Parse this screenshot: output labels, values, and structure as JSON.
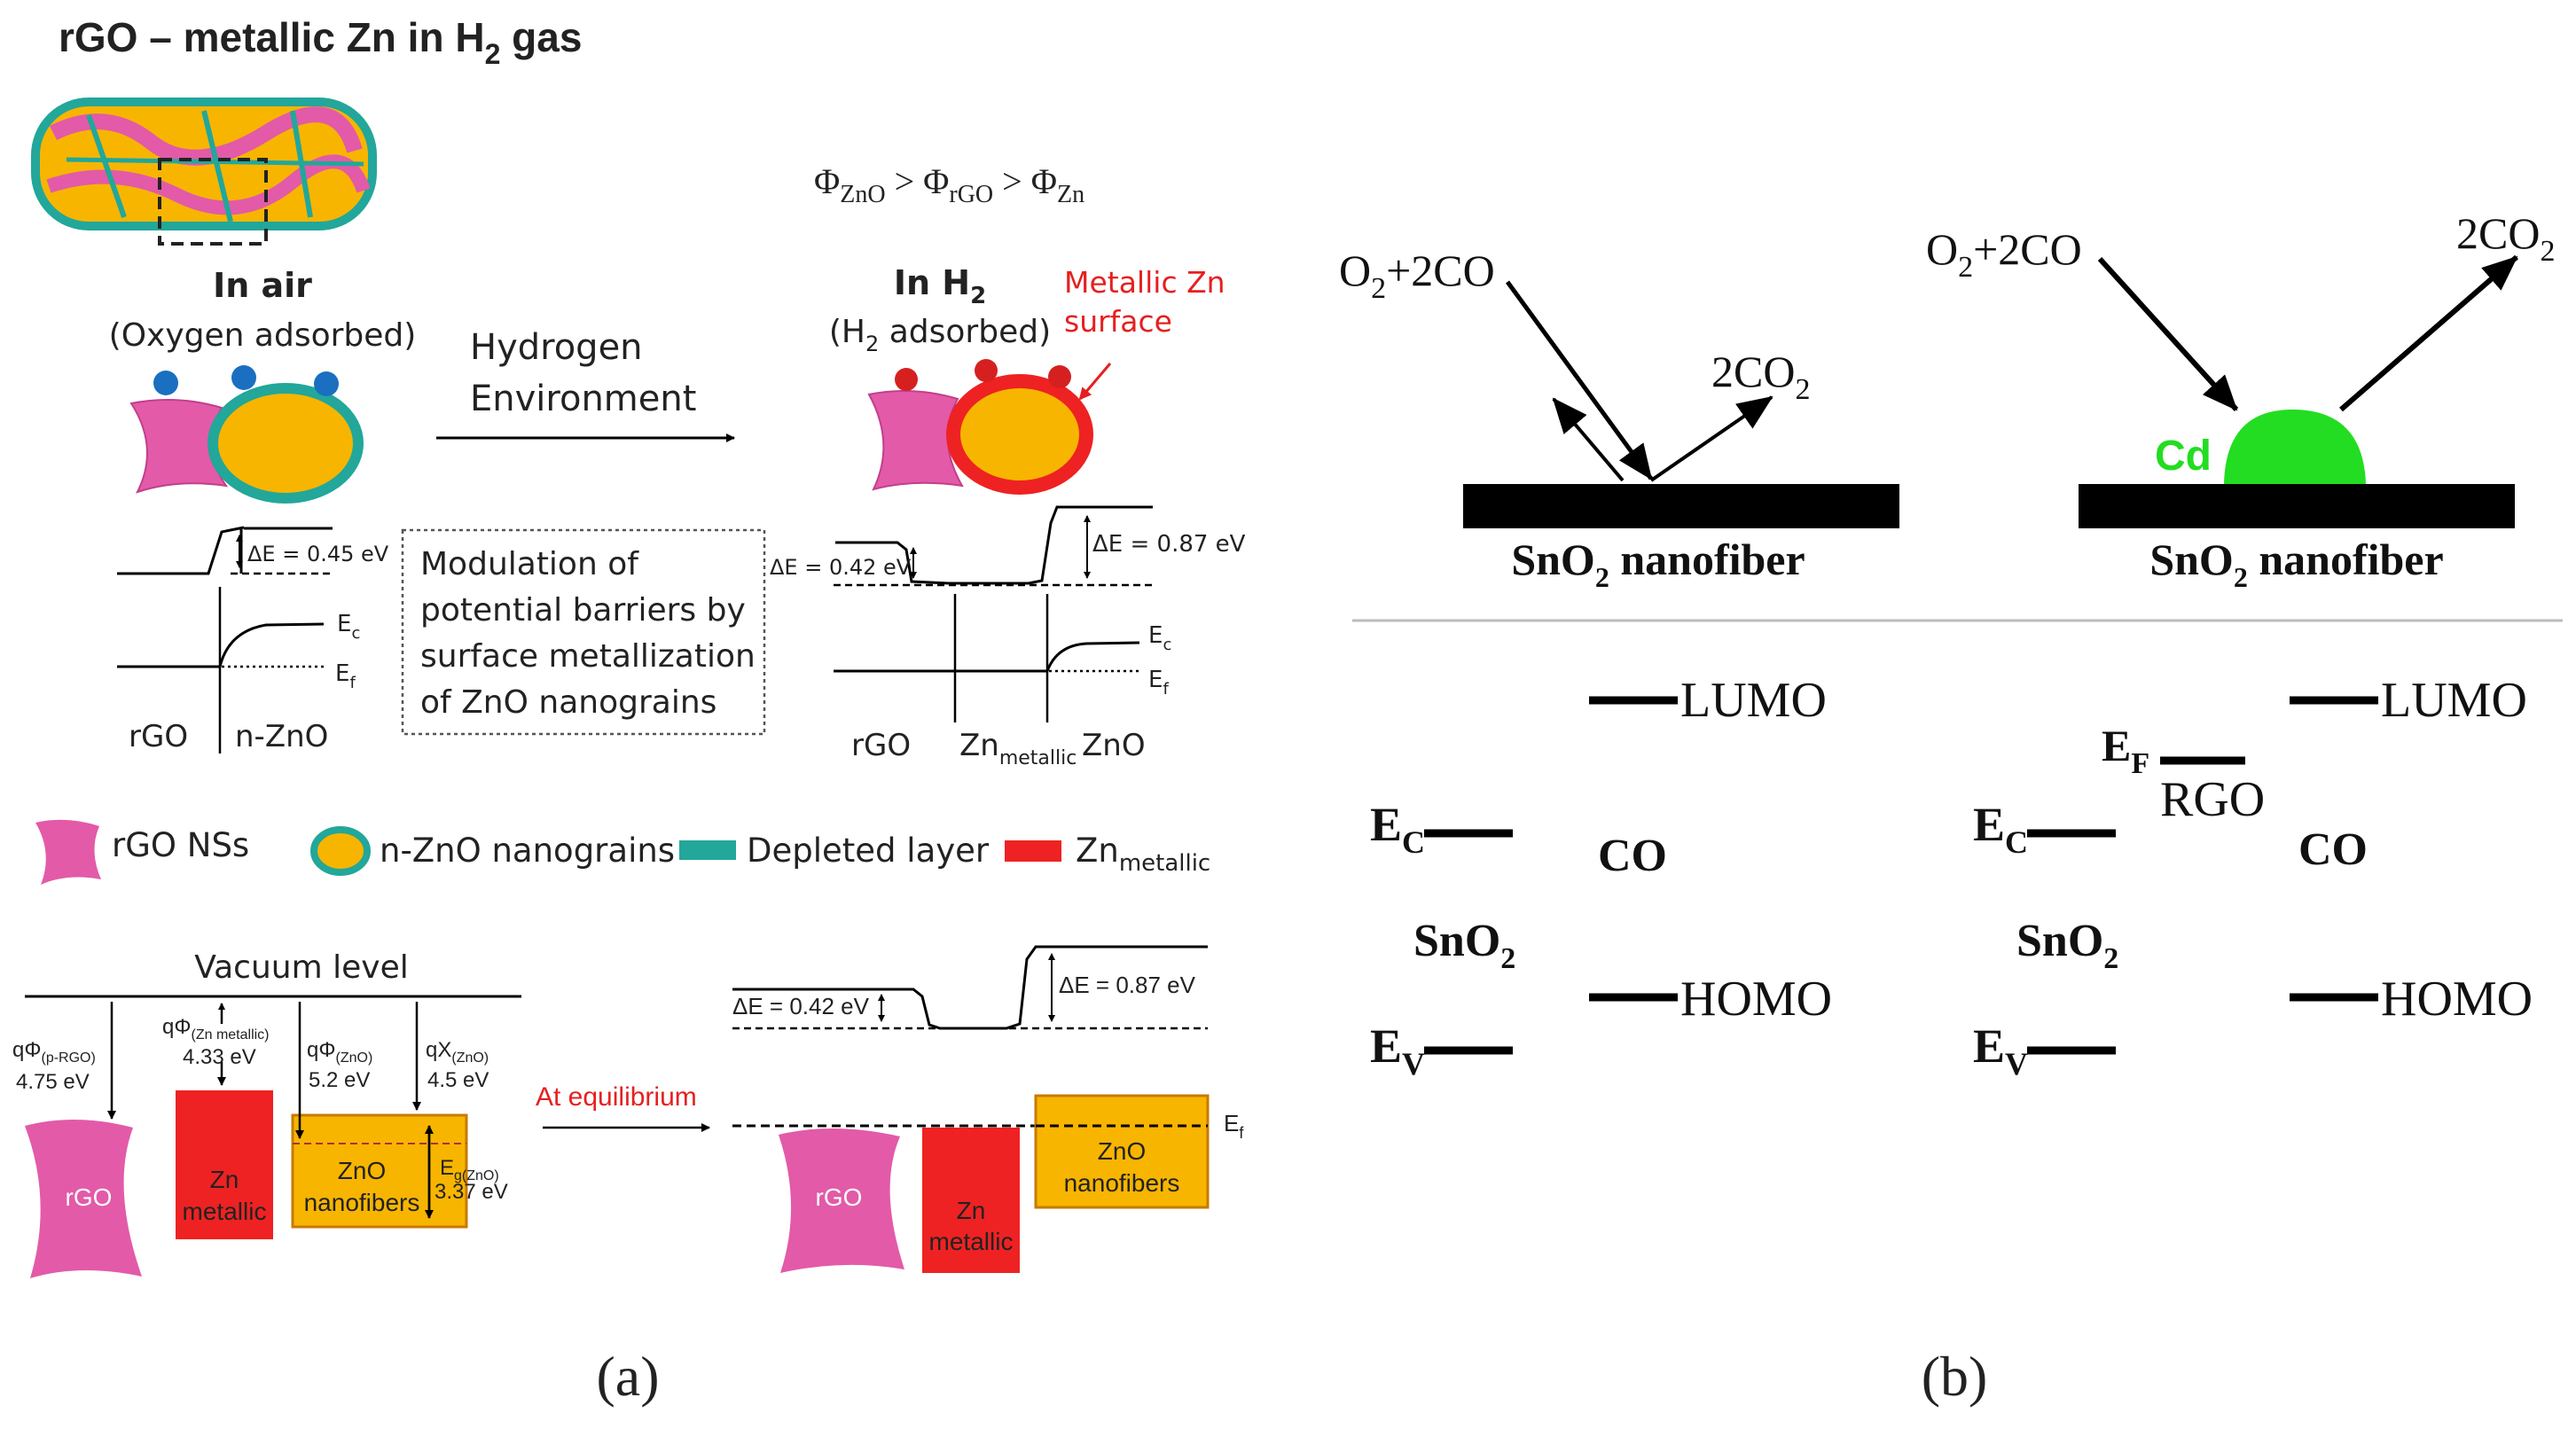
{
  "panel_a": {
    "title": "rGO – metallic Zn in H",
    "title_sub": "2",
    "title_end": " gas",
    "phi_relation": {
      "p1": "Φ",
      "s1": "ZnO",
      "g1": " > ",
      "p2": "Φ",
      "s2": "rGO",
      "g2": " > ",
      "p3": "Φ",
      "s3": "Zn"
    },
    "in_air": "In air",
    "oxygen_adsorbed": "(Oxygen adsorbed)",
    "hydrogen_line1": "Hydrogen",
    "hydrogen_line2": "Environment",
    "in_h2": "In H",
    "in_h2_sub": "2",
    "h2_adsorbed_a": "(H",
    "h2_adsorbed_sub": "2",
    "h2_adsorbed_b": " adsorbed)",
    "metallic_zn_surface_1": "Metallic Zn",
    "metallic_zn_surface_2": "surface",
    "de_045": "ΔE = 0.45 eV",
    "de_042": "ΔE = 0.42 eV",
    "de_087": "ΔE = 0.87 eV",
    "ec": "E",
    "ec_sub": "c",
    "ef": "E",
    "ef_sub": "f",
    "rgo": "rGO",
    "n_zno": "n-ZnO",
    "zn_metallic": "Zn",
    "zn_metallic_sub": "metallic",
    "zno": "ZnO",
    "modulation": [
      "Modulation of",
      "potential barriers by",
      "surface metallization",
      "of ZnO nanograins"
    ],
    "legend": {
      "rgo_ns": "rGO NSs",
      "nanograins": "n-ZnO nanograins",
      "depleted": "Depleted layer",
      "zn_metallic": "Zn",
      "zn_metallic_sub": "metallic"
    },
    "vacuum_level": "Vacuum level",
    "q_phi_prgo": "qΦ",
    "q_phi_prgo_sub": "(p-RGO)",
    "q_phi_prgo_val": "4.75 eV",
    "q_phi_zn": "qΦ",
    "q_phi_zn_sub": "(Zn metallic)",
    "q_phi_zn_val": "4.33 eV",
    "q_phi_zno": "qΦ",
    "q_phi_zno_sub": "(ZnO)",
    "q_phi_zno_val": "5.2 eV",
    "q_chi_zno": "qX",
    "q_chi_zno_sub": "(ZnO)",
    "q_chi_zno_val": "4.5 eV",
    "eg": "E",
    "eg_sub": "g(ZnO)",
    "eg_val": "3.37 eV",
    "at_equilibrium": "At equilibrium",
    "rgo_block": "rGO",
    "zn_block_1": "Zn",
    "zn_block_2": "metallic",
    "zno_block_1": "ZnO",
    "zno_block_2": "nanofibers",
    "ef_right": "E",
    "ef_right_sub": "f",
    "label": "(a)"
  },
  "panel_b": {
    "o2_2co": "O",
    "o2_sub": "2",
    "o2_rest": "+2CO",
    "two_co2": "2CO",
    "two_co2_sub": "2",
    "cd": "Cd",
    "sno2_nanofiber": "SnO",
    "sno2_sub": "2",
    "nanofiber": " nanofiber",
    "lumo": "LUMO",
    "homo": "HOMO",
    "co": "CO",
    "ec": "E",
    "ec_sub": "C",
    "ev": "E",
    "ev_sub": "V",
    "ef": "E",
    "ef_sub": "F",
    "rgo": "RGO",
    "sno2": "SnO",
    "label": "(b)"
  },
  "colors": {
    "rgo_pink": "#e35aa8",
    "zno_yellow": "#f7b500",
    "depleted_teal": "#22a79a",
    "zn_red": "#ee2222",
    "cd_green": "#22dd22",
    "oxygen_blue": "#1a6fc0",
    "h2_red": "#d62020",
    "equilibrium_red": "#e52020"
  }
}
